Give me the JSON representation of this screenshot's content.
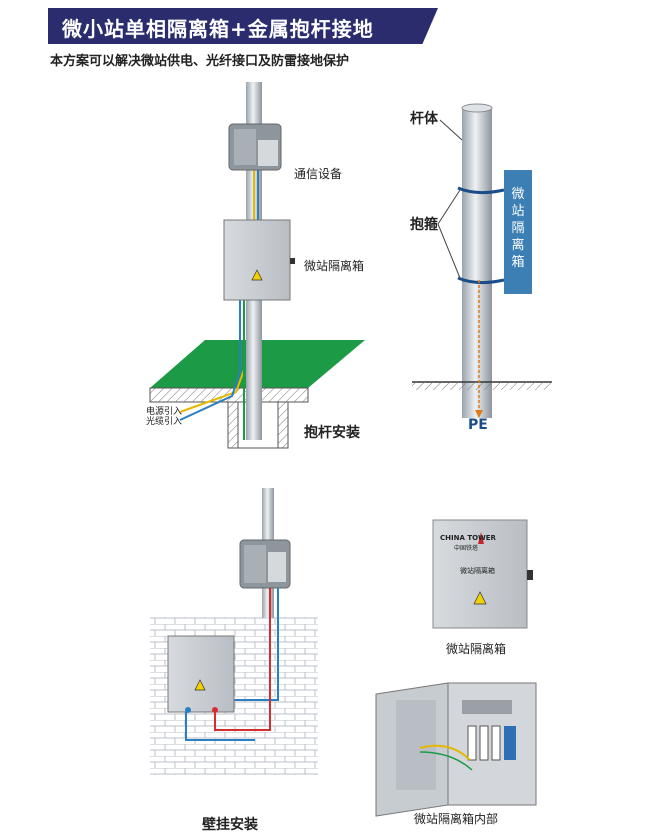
{
  "header": {
    "title": "微小站单相隔离箱+金属抱杆接地",
    "subtitle": "本方案可以解决微站供电、光纤接口及防雷接地保护"
  },
  "pole_install": {
    "comm_device_label": "通信设备",
    "isolation_box_label": "微站隔离箱",
    "power_in_label": "电源引入",
    "fiber_in_label": "光缆引入",
    "caption": "抱杆安装"
  },
  "grounding_diagram": {
    "pole_label": "杆体",
    "clamp_label": "抱箍",
    "box_vertical_text": [
      "微",
      "站",
      "隔",
      "离",
      "箱"
    ],
    "pe_label": "PE"
  },
  "wall_install": {
    "caption": "壁挂安装"
  },
  "product": {
    "brand": "CHINA TOWER",
    "brand_cn": "中国铁塔",
    "box_name": "微站隔离箱",
    "caption": "微站隔离箱",
    "interior_caption": "微站隔离箱内部"
  },
  "colors": {
    "banner_bg": "#2a2c6e",
    "green_platform": "#1c9a45",
    "box_blue": "#3b7fb5",
    "brick": "#d9dde2"
  }
}
